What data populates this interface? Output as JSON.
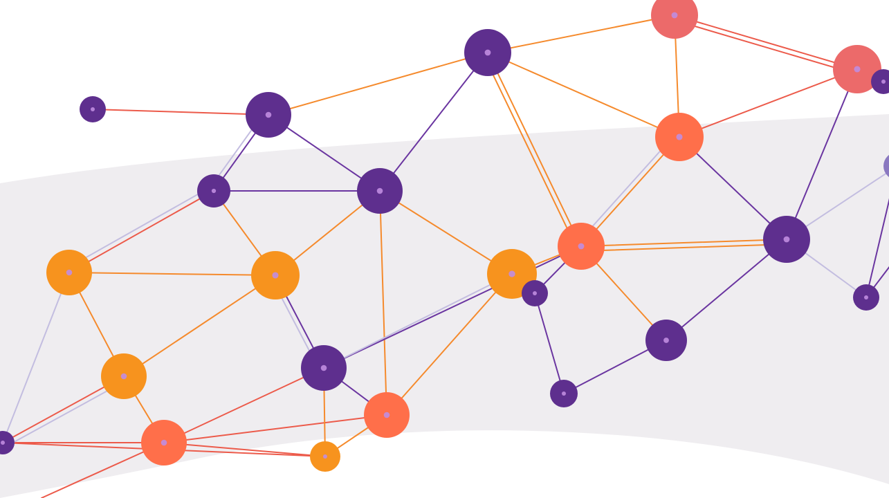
{
  "colors": {
    "background": "#ffffff",
    "band": "#efedf0",
    "purple": "#5e2f8e",
    "orange": "#f7931e",
    "coral": "#ff6f4a",
    "salmon": "#ec6a6a",
    "lavender": "#8a78c0",
    "node_center": "#c08de0",
    "edge_orange": "#f58a2c",
    "edge_red": "#ec5a4a",
    "edge_purple": "#6a35a0",
    "edge_lavender": "#c3bde0"
  },
  "nodes": [
    {
      "id": "n1",
      "color": "purple"
    },
    {
      "id": "n2",
      "color": "purple"
    },
    {
      "id": "n3",
      "color": "purple"
    },
    {
      "id": "n4",
      "color": "salmon"
    },
    {
      "id": "n5",
      "color": "salmon"
    },
    {
      "id": "n6",
      "color": "purple"
    },
    {
      "id": "n7",
      "color": "purple"
    },
    {
      "id": "n8",
      "color": "purple"
    },
    {
      "id": "n9",
      "color": "coral"
    },
    {
      "id": "n10",
      "color": "lavender"
    },
    {
      "id": "n11",
      "color": "orange"
    },
    {
      "id": "n12",
      "color": "orange"
    },
    {
      "id": "n13",
      "color": "orange"
    },
    {
      "id": "n14",
      "color": "coral"
    },
    {
      "id": "n15",
      "color": "purple"
    },
    {
      "id": "n16",
      "color": "purple"
    },
    {
      "id": "n17",
      "color": "purple"
    },
    {
      "id": "n18",
      "color": "orange"
    },
    {
      "id": "n19",
      "color": "purple"
    },
    {
      "id": "n20",
      "color": "purple"
    },
    {
      "id": "n21",
      "color": "purple"
    },
    {
      "id": "n22",
      "color": "purple"
    },
    {
      "id": "n23",
      "color": "coral"
    },
    {
      "id": "n24",
      "color": "coral"
    },
    {
      "id": "n25",
      "color": "orange"
    }
  ],
  "edges": [
    {
      "from": "n1",
      "to": "n2",
      "color": "edge_red"
    },
    {
      "from": "n2",
      "to": "n3",
      "color": "edge_orange"
    },
    {
      "from": "n3",
      "to": "n4",
      "color": "edge_orange"
    },
    {
      "from": "n4",
      "to": "n5",
      "color": "edge_red"
    },
    {
      "from": "n2",
      "to": "n7",
      "color": "edge_purple"
    },
    {
      "from": "n2",
      "to": "n6",
      "color": "edge_purple"
    },
    {
      "from": "n2",
      "to": "n6",
      "color": "edge_lavender"
    },
    {
      "from": "n6",
      "to": "n7",
      "color": "edge_purple"
    },
    {
      "from": "n3",
      "to": "n7",
      "color": "edge_purple"
    },
    {
      "from": "n3",
      "to": "n9",
      "color": "edge_orange"
    },
    {
      "from": "n3",
      "to": "n14",
      "color": "edge_orange"
    },
    {
      "from": "n3",
      "to": "n14",
      "color": "edge_orange"
    },
    {
      "from": "n4",
      "to": "n9",
      "color": "edge_orange"
    },
    {
      "from": "n5",
      "to": "n9",
      "color": "edge_red"
    },
    {
      "from": "n4",
      "to": "n5",
      "color": "edge_red"
    },
    {
      "from": "n5",
      "to": "n8",
      "color": "edge_purple"
    },
    {
      "from": "n5",
      "to": "n22",
      "color": "edge_purple"
    },
    {
      "from": "n9",
      "to": "n8",
      "color": "edge_purple"
    },
    {
      "from": "n9",
      "to": "n14",
      "color": "edge_orange"
    },
    {
      "from": "n9",
      "to": "n14",
      "color": "edge_lavender"
    },
    {
      "from": "n7",
      "to": "n13",
      "color": "edge_orange"
    },
    {
      "from": "n7",
      "to": "n12",
      "color": "edge_orange"
    },
    {
      "from": "n7",
      "to": "n24",
      "color": "edge_orange"
    },
    {
      "from": "n6",
      "to": "n11",
      "color": "edge_red"
    },
    {
      "from": "n6",
      "to": "n11",
      "color": "edge_lavender"
    },
    {
      "from": "n6",
      "to": "n12",
      "color": "edge_orange"
    },
    {
      "from": "n11",
      "to": "n12",
      "color": "edge_orange"
    },
    {
      "from": "n11",
      "to": "n18",
      "color": "edge_orange"
    },
    {
      "from": "n11",
      "to": "n16",
      "color": "edge_lavender"
    },
    {
      "from": "n12",
      "to": "n18",
      "color": "edge_orange"
    },
    {
      "from": "n12",
      "to": "n15",
      "color": "edge_purple"
    },
    {
      "from": "n12",
      "to": "n15",
      "color": "edge_lavender"
    },
    {
      "from": "n18",
      "to": "n23",
      "color": "edge_orange"
    },
    {
      "from": "n18",
      "to": "n16",
      "color": "edge_red"
    },
    {
      "from": "n16",
      "to": "n23",
      "color": "edge_red"
    },
    {
      "from": "n16",
      "to": "n25",
      "color": "edge_red"
    },
    {
      "from": "n23",
      "to": "n15",
      "color": "edge_red"
    },
    {
      "from": "n23",
      "to": "n25",
      "color": "edge_red"
    },
    {
      "from": "n23",
      "to": "n24",
      "color": "edge_red"
    },
    {
      "from": "n15",
      "to": "n24",
      "color": "edge_purple"
    },
    {
      "from": "n15",
      "to": "n25",
      "color": "edge_orange"
    },
    {
      "from": "n15",
      "to": "n14",
      "color": "edge_purple"
    },
    {
      "from": "n15",
      "to": "n13",
      "color": "edge_lavender"
    },
    {
      "from": "n25",
      "to": "n24",
      "color": "edge_orange"
    },
    {
      "from": "n24",
      "to": "n13",
      "color": "edge_orange"
    },
    {
      "from": "n13",
      "to": "n14",
      "color": "edge_orange"
    },
    {
      "from": "n13",
      "to": "n19",
      "color": "edge_purple"
    },
    {
      "from": "n19",
      "to": "n14",
      "color": "edge_purple"
    },
    {
      "from": "n19",
      "to": "n20",
      "color": "edge_purple"
    },
    {
      "from": "n20",
      "to": "n21",
      "color": "edge_purple"
    },
    {
      "from": "n21",
      "to": "n8",
      "color": "edge_purple"
    },
    {
      "from": "n14",
      "to": "n21",
      "color": "edge_orange"
    },
    {
      "from": "n14",
      "to": "n8",
      "color": "edge_orange"
    },
    {
      "from": "n14",
      "to": "n8",
      "color": "edge_orange"
    },
    {
      "from": "n8",
      "to": "n17",
      "color": "edge_lavender"
    },
    {
      "from": "n8",
      "to": "n10",
      "color": "edge_lavender"
    },
    {
      "from": "n17",
      "to": "n10",
      "color": "edge_purple"
    },
    {
      "from": "n16",
      "to": "n18",
      "color": "edge_lavender"
    }
  ]
}
